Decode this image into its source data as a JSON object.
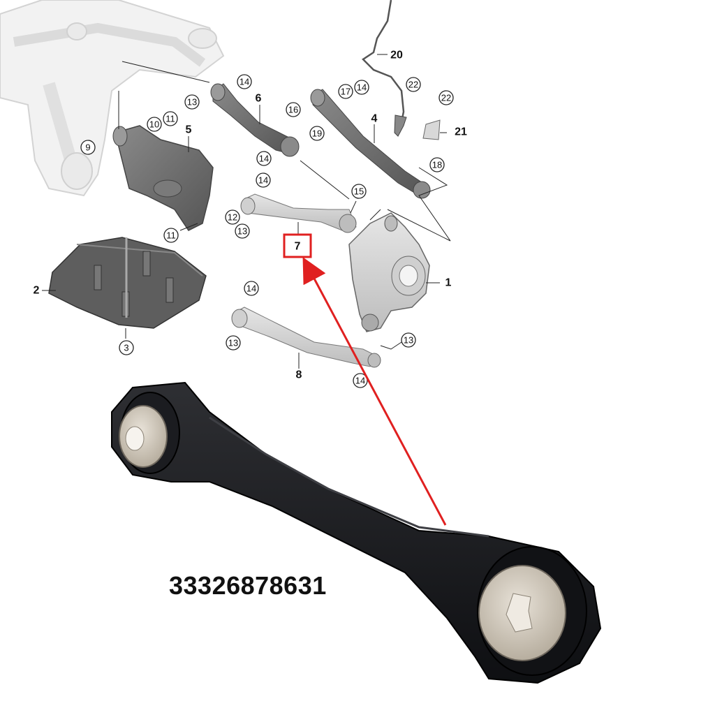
{
  "diagram": {
    "labels": {
      "l1": "1",
      "l2": "2",
      "l4": "4",
      "l5": "5",
      "l6": "6",
      "l7": "7",
      "l8": "8",
      "l20": "20",
      "l21": "21"
    },
    "callouts": {
      "c3": "3",
      "c9": "9",
      "c10": "10",
      "c11a": "11",
      "c11b": "11",
      "c12": "12",
      "c13a": "13",
      "c13b": "13",
      "c13c": "13",
      "c13d": "13",
      "c14a": "14",
      "c14b": "14",
      "c14c": "14",
      "c14d": "14",
      "c14e": "14",
      "c14f": "14",
      "c15": "15",
      "c16": "16",
      "c17": "17",
      "c18": "18",
      "c19": "19",
      "c22a": "22",
      "c22b": "22"
    },
    "highlighted_item": "7",
    "highlight_color": "#e02020",
    "arrow_color": "#e02020"
  },
  "product": {
    "part_number": "33326878631",
    "icon": "control-arm-photo"
  }
}
